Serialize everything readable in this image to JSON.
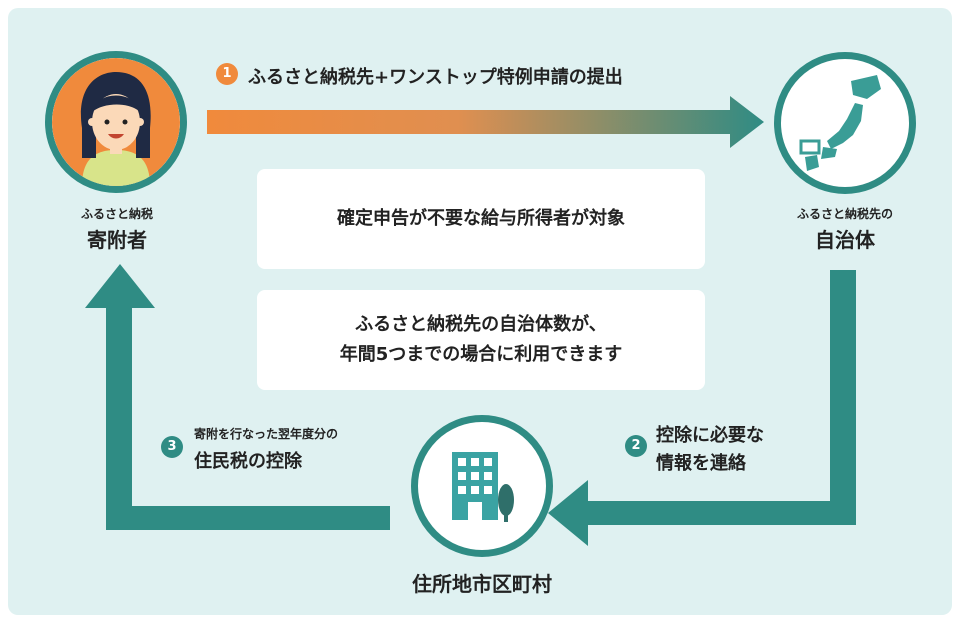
{
  "colors": {
    "background": "#dff1f1",
    "teal": "#2f8c84",
    "orange": "#f08a3c",
    "map": "#3a9d96",
    "building": "#3aa3a3"
  },
  "donor": {
    "sublabel": "ふるさと納税",
    "label": "寄附者",
    "icon": "woman-avatar-icon"
  },
  "municipality": {
    "sublabel": "ふるさと納税先の",
    "label": "自治体",
    "icon": "japan-map-icon"
  },
  "residence": {
    "label": "住所地市区町村",
    "icon": "office-building-icon"
  },
  "steps": [
    {
      "number": "1",
      "line1": "ふるさと納税先+ワンストップ特例申請の提出"
    },
    {
      "number": "2",
      "line1": "控除に必要な",
      "line2": "情報を連絡"
    },
    {
      "number": "3",
      "line1": "寄附を行なった翌年度分の",
      "line2": "住民税の控除"
    }
  ],
  "conditions": [
    {
      "lines": [
        "確定申告が不要な給与所得者が対象"
      ]
    },
    {
      "lines": [
        "ふるさと納税先の自治体数が、",
        "年間5つまでの場合に利用できます"
      ]
    }
  ]
}
